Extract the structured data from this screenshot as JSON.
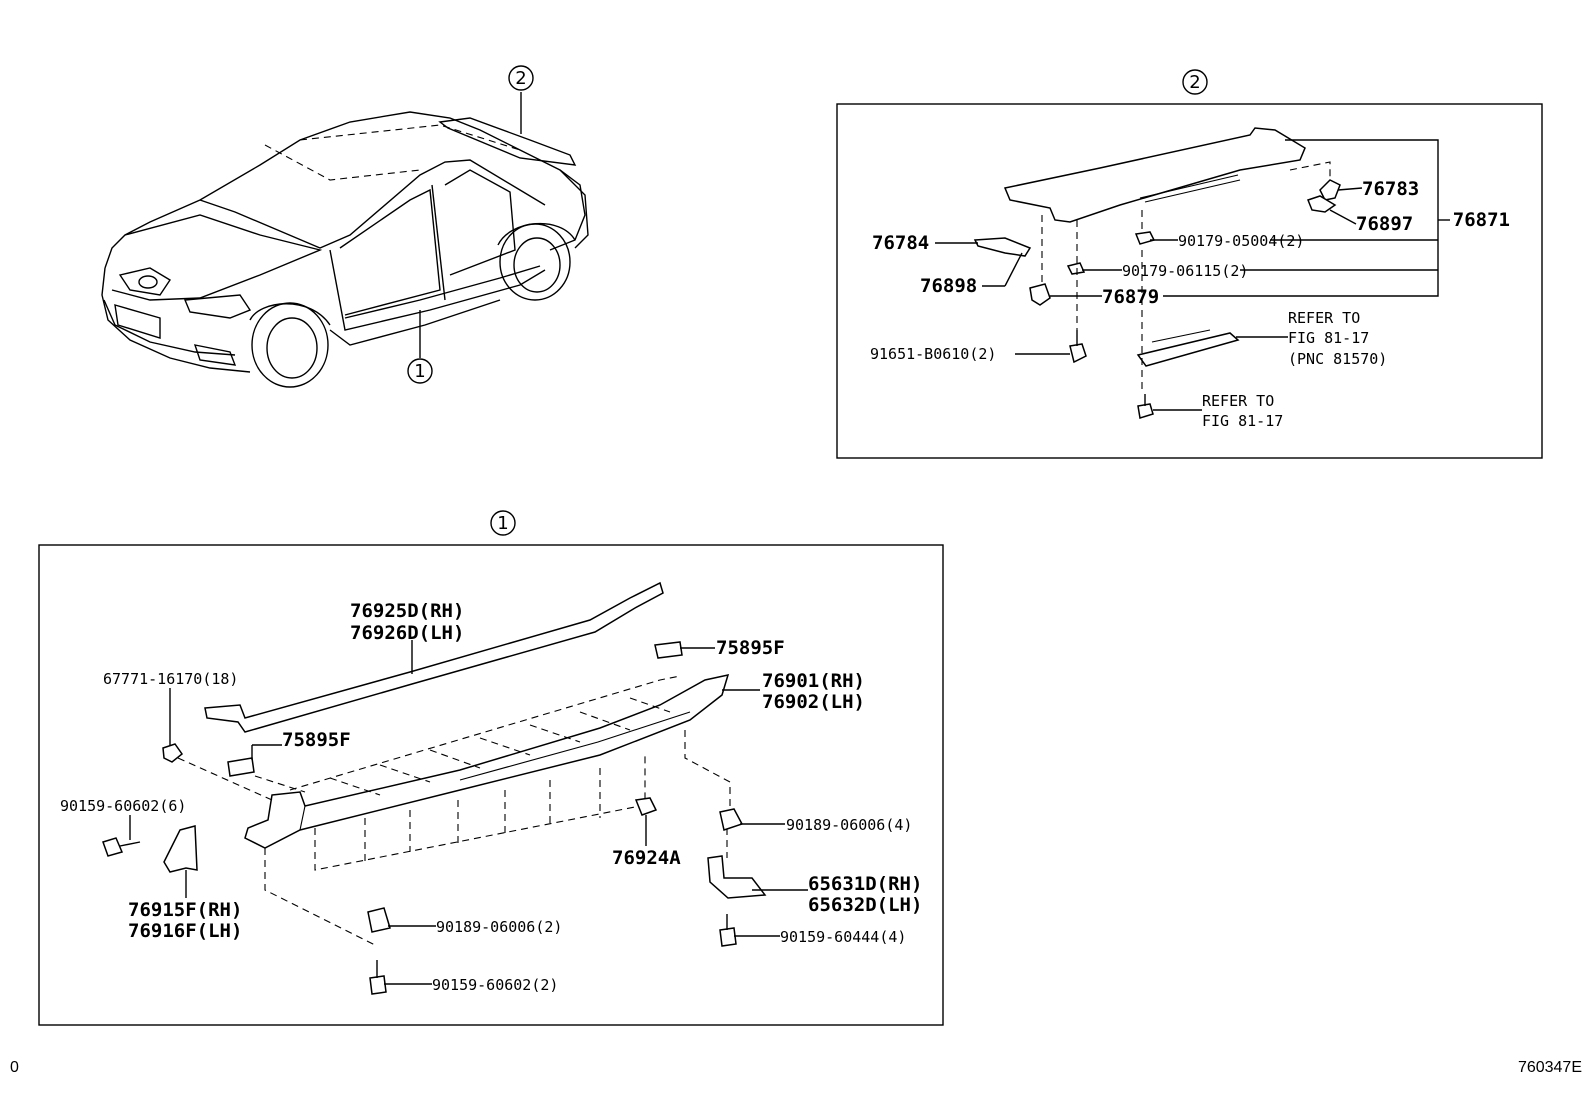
{
  "markers": {
    "one": "1",
    "two": "2"
  },
  "panel_one": {
    "molding_rh": "76925D(RH)",
    "molding_lh": "76926D(LH)",
    "clip_18": "67771-16170(18)",
    "pad_top": "75895F",
    "pad_left": "75895F",
    "skirt_rh": "76901(RH)",
    "skirt_lh": "76902(LH)",
    "screw_6": "90159-60602(6)",
    "mudguard_rh": "76915F(RH)",
    "mudguard_lh": "76916F(LH)",
    "nut_76924a": "76924A",
    "nut_4": "90189-06006(4)",
    "bracket_rh": "65631D(RH)",
    "bracket_lh": "65632D(LH)",
    "nut_2": "90189-06006(2)",
    "screw_4": "90159-60444(4)",
    "screw_2": "90159-60602(2)"
  },
  "panel_two": {
    "assy": "76871",
    "cap_76783": "76783",
    "cap_76897": "76897",
    "bracket_76784": "76784",
    "bracket_76898": "76898",
    "nut_05004": "90179-05004(2)",
    "nut_06115": "90179-06115(2)",
    "clip_76879": "76879",
    "bolt_b0610": "91651-B0610(2)",
    "refer1_l1": "REFER TO",
    "refer1_l2": "FIG 81-17",
    "refer1_l3": "(PNC 81570)",
    "refer2_l1": "REFER TO",
    "refer2_l2": "FIG 81-17"
  },
  "footer": {
    "left": "0",
    "right": "760347E"
  }
}
